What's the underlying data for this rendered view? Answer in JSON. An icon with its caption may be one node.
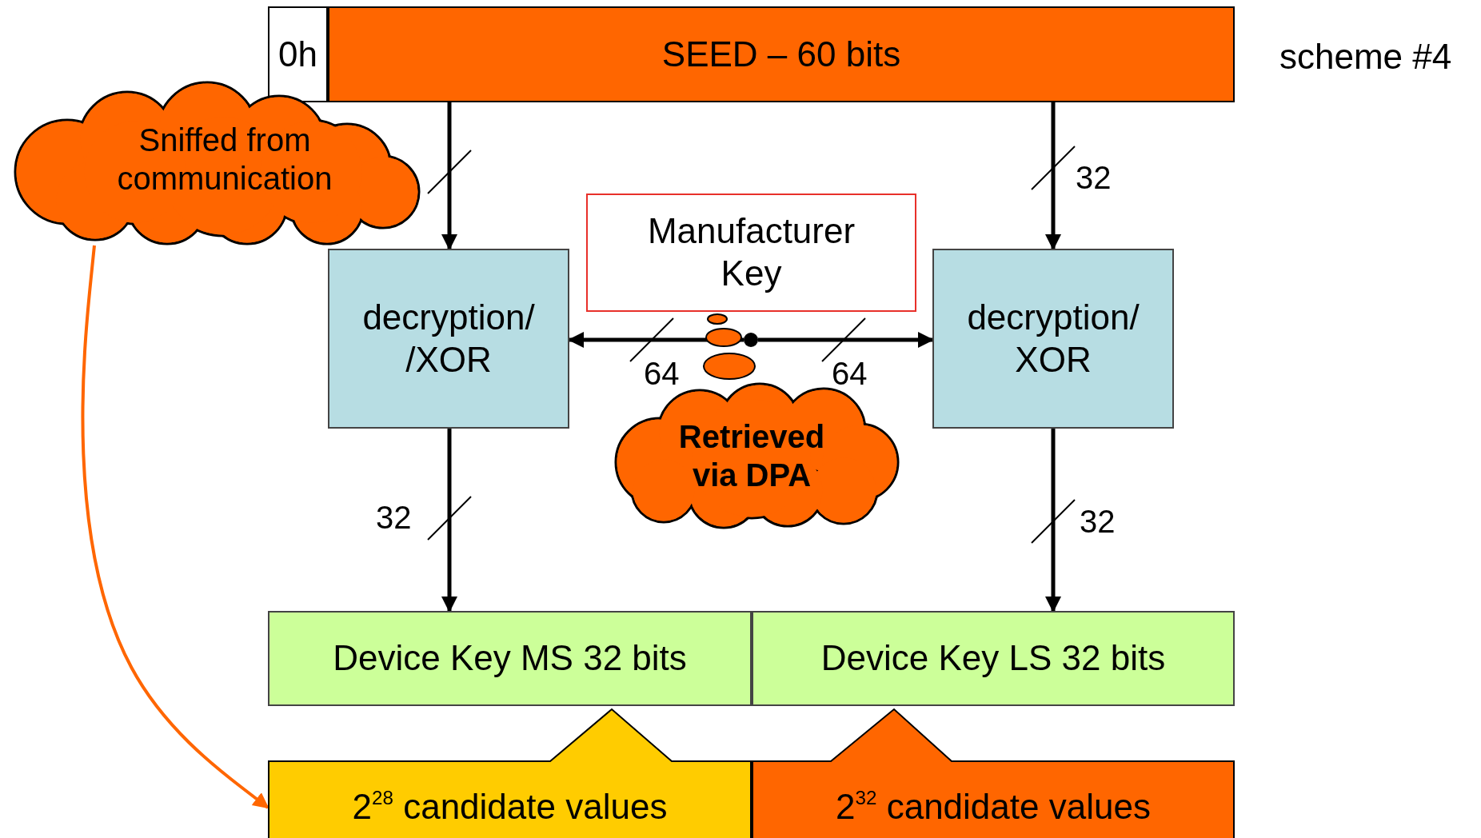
{
  "diagram": {
    "nodes": [
      {
        "text": [
          "0h"
        ]
      },
      {
        "text": [
          "SEED – 60 bits"
        ]
      },
      {
        "text": [
          "Sniffed from communication"
        ]
      },
      {
        "text": [
          "decryption/ /XOR"
        ]
      },
      {
        "text": [
          "Manufacturer Key"
        ]
      },
      {
        "text": [
          "decryption/ XOR"
        ]
      },
      {
        "text": [],
        "shape": "circle"
      },
      {
        "text": [
          "Retrieved via DPA"
        ]
      },
      {
        "text": [
          "Device Key MS 32 bits"
        ]
      },
      {
        "text": [
          "Device Key LS 32 bits"
        ]
      },
      {
        "text": [
          "2$^{28}$ candidate values"
        ]
      },
      {
        "text": [
          "2$^{32}$ candidate values"
        ]
      }
    ],
    "edges": [
      {
        "from": 1,
        "to": 3,
        "arrow": "to"
      },
      {
        "from": 1,
        "to": 5,
        "arrow": "to",
        "label": "32"
      },
      {
        "from": 6,
        "to": 3,
        "arrow": "to",
        "label": "64"
      },
      {
        "from": 6,
        "to": 5,
        "arrow": "to",
        "label": "64"
      },
      {
        "from": 3,
        "to": 8,
        "arrow": "to",
        "label": "32"
      },
      {
        "from": 5,
        "to": 9,
        "arrow": "to",
        "label": "32"
      },
      {
        "from": 2,
        "to": 10,
        "arrow": "to",
        "color": "#ff6600"
      }
    ],
    "labels": [
      "scheme #4"
    ]
  }
}
